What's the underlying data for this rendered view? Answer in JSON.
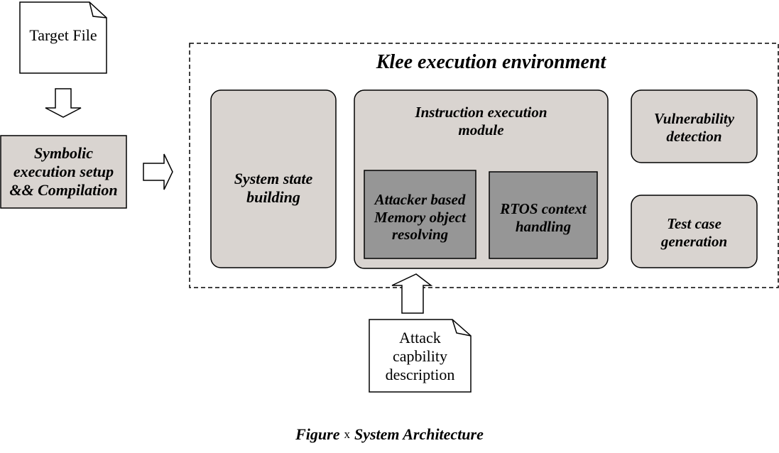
{
  "diagram": {
    "target_file": "Target File",
    "setup": "Symbolic\nexecution setup\n&& Compilation",
    "env_title": "Klee execution environment",
    "system_state": "System state\nbuilding",
    "instruction_module": "Instruction execution\nmodule",
    "attacker": "Attacker based\nMemory object\nresolving",
    "rtos": "RTOS context\nhandling",
    "vulnerability": "Vulnerability\ndetection",
    "test_case": "Test case\ngeneration",
    "attack_desc": "Attack\ncapbility\ndescription"
  },
  "caption": {
    "figure": "Figure",
    "mark": "x",
    "title": "System Architecture"
  },
  "colors": {
    "light_box": "#d9d4d0",
    "dark_box": "#969696",
    "border": "#000000"
  }
}
